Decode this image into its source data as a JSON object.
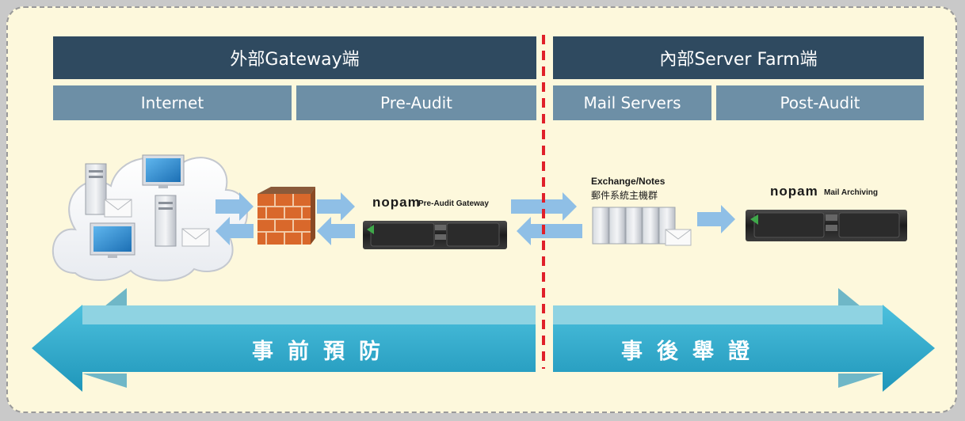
{
  "header_left": "外部Gateway端",
  "header_right": "內部Server Farm端",
  "sub_labels": [
    "Internet",
    "Pre-Audit",
    "Mail Servers",
    "Post-Audit"
  ],
  "brand": "nopam",
  "pre_audit_label": "Pre-Audit Gateway",
  "exchange_line1": "Exchange/Notes",
  "exchange_line2": "郵件系統主機群",
  "archiving_label": "Mail Archiving",
  "arrow_left_text": "事前預防",
  "arrow_right_text": "事後舉證",
  "colors": {
    "header": "#2f4a60",
    "subheader": "#6d8fa6",
    "panel": "#fdf8dc",
    "divider": "#e0202a",
    "arrow": "#2aa3c6",
    "flow_arrow": "#8fbfe6"
  }
}
